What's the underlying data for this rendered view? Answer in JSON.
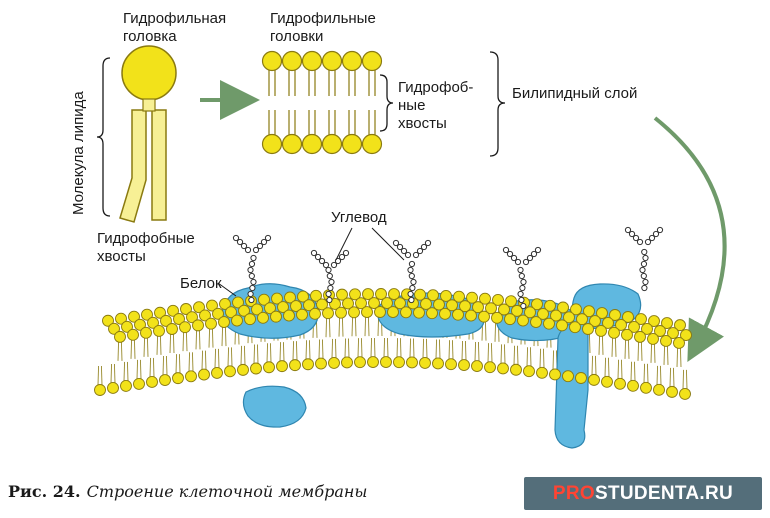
{
  "labels": {
    "hydrophilic_head": [
      "Гидрофильная",
      "головка"
    ],
    "hydrophilic_heads": [
      "Гидрофильные",
      "головки"
    ],
    "hydrophobic_tails_mid": [
      "Гидрофоб-",
      "ные",
      "хвосты"
    ],
    "bilipid_layer": "Билипидный слой",
    "lipid_molecule": "Молекула липида",
    "hydrophobic_tails_left": [
      "Гидрофобные",
      "хвосты"
    ],
    "carbohydrate": "Углевод",
    "protein": "Белок"
  },
  "caption": {
    "figure": "Рис. 24.",
    "title": "Строение клеточной мембраны"
  },
  "watermark": {
    "pro": "PRO",
    "rest": "STUDENTA.RU"
  },
  "colors": {
    "lipid_head": "#f2e21a",
    "lipid_head_stroke": "#8a7a10",
    "lipid_tail": "#f7f095",
    "protein": "#5fb8e0",
    "protein_stroke": "#2f86b0",
    "arrow": "#6f9a6a",
    "watermark_bg": "#546e7a",
    "watermark_accent": "#ff4433"
  }
}
